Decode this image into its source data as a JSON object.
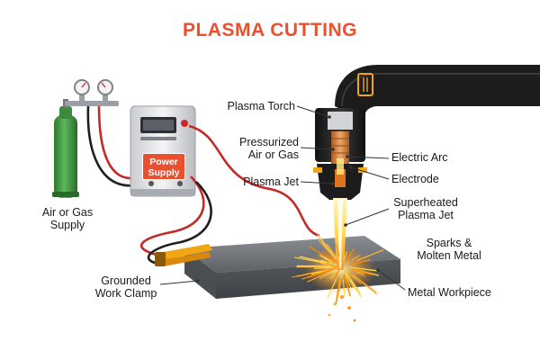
{
  "title": "PLASMA CUTTING",
  "labels": {
    "plasma_torch": "Plasma Torch",
    "pressurized": [
      "Pressurized",
      "Air or Gas"
    ],
    "plasma_jet": "Plasma Jet",
    "electric_arc": "Electric Arc",
    "electrode": "Electrode",
    "superheated": [
      "Superheated",
      "Plasma Jet"
    ],
    "sparks": [
      "Sparks &",
      "Molten Metal"
    ],
    "metal_workpiece": "Metal Workpiece",
    "grounded": [
      "Grounded",
      "Work Clamp"
    ],
    "air_gas_supply": [
      "Air or Gas",
      "Supply"
    ],
    "power_supply": [
      "Power",
      "Supply"
    ]
  },
  "colors": {
    "title": "#e8502e",
    "accent_orange": "#e8502e",
    "cable_red": "#c62828",
    "cable_black": "#1f1f1f",
    "cylinder_green": "#3f9a3f",
    "workpiece_gray": "#6b6f74",
    "torch_black": "#1c1c1c",
    "copper": "#c87a3a",
    "flame_yellow": "#ffd84a"
  },
  "icons": [
    "gas-cylinder-icon",
    "pressure-gauge-icon",
    "power-supply-icon",
    "work-clamp-icon",
    "plasma-torch-icon",
    "spark-icon"
  ]
}
